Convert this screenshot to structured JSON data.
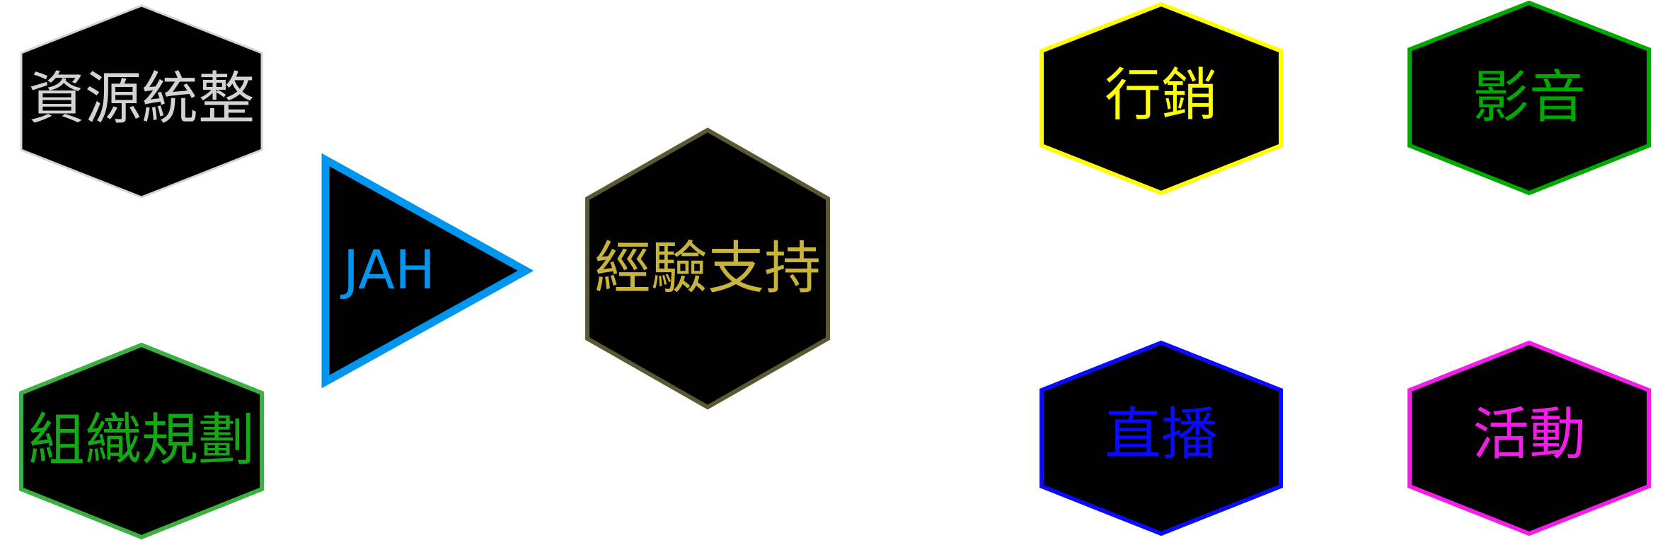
{
  "diagram": {
    "left": {
      "top": {
        "label": "資源統整",
        "stroke": "#d3d3d3",
        "text_color": "#d3d3d3"
      },
      "bottom": {
        "label": "組織規劃",
        "stroke": "#3cb043",
        "text_color": "#15a815"
      }
    },
    "center": {
      "arrow": {
        "label": "JAH",
        "stroke": "#0096f0",
        "text_color": "#0096f0"
      },
      "hub": {
        "label": "經驗支持",
        "stroke": "#595932",
        "text_color": "#c8b43c"
      }
    },
    "right": {
      "marketing": {
        "label": "行銷",
        "stroke": "#ffff00",
        "text_color": "#ffff00"
      },
      "media": {
        "label": "影音",
        "stroke": "#00a800",
        "text_color": "#00a800"
      },
      "live": {
        "label": "直播",
        "stroke": "#0a0aff",
        "text_color": "#0a0aff"
      },
      "events": {
        "label": "活動",
        "stroke": "#f01ee6",
        "text_color": "#f01ee6"
      }
    },
    "fill": "#000000"
  }
}
